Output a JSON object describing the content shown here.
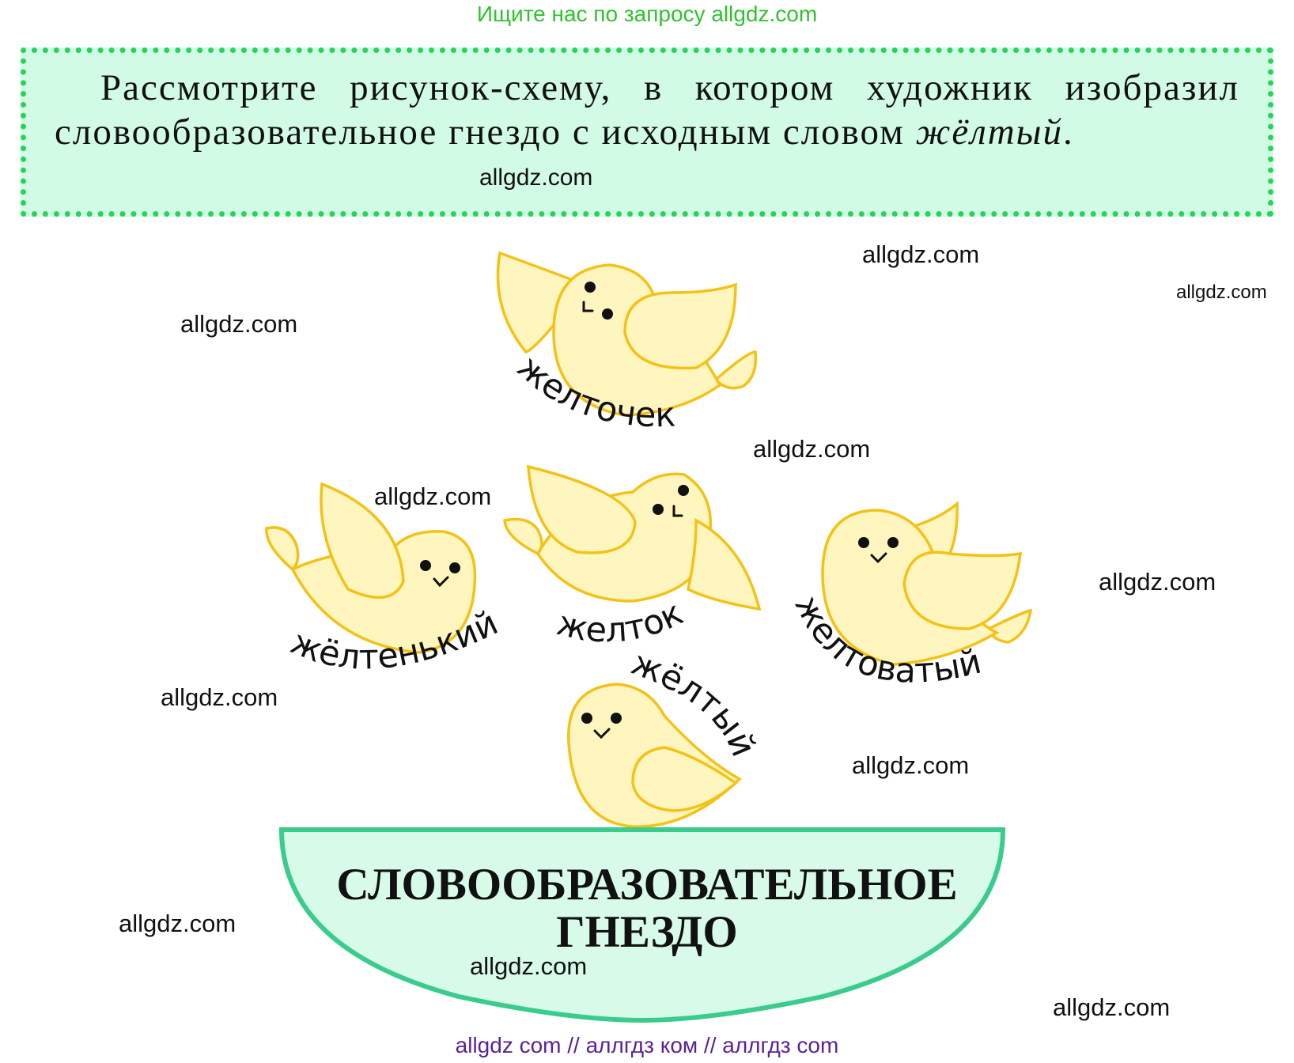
{
  "header": {
    "search_hint": "Ищите нас по запросу allgdz.com"
  },
  "task": {
    "text_before": "Рассмотрите рисунок-схему, в котором художник изобразил словообразовательное гнездо с исходным сло­вом ",
    "word": "жёлтый",
    "text_after": "."
  },
  "birds": {
    "zheltochek": "желточек",
    "zheltenkiy": "жёлтенький",
    "zheltok": "желток",
    "zheltovatyy": "желтоватый",
    "zheltyy": "жёлтый"
  },
  "nest": {
    "line1": "СЛОВООБРАЗОВАТЕЛЬНОЕ",
    "line2": "ГНЕЗДО"
  },
  "watermarks": [
    "allgdz.com",
    "allgdz.com",
    "allgdz.com",
    "allgdz.com",
    "allgdz.com",
    "allgdz.com",
    "allgdz.com",
    "allgdz.com",
    "allgdz.com",
    "allgdz.com",
    "allgdz.com",
    "allgdz.com"
  ],
  "footer": {
    "text": "allgdz com  //  аллгдз ком  //  аллгдз com"
  },
  "colors": {
    "box_bg": "#d2fbe5",
    "box_border": "#27d35a",
    "bird_fill": "#fff6bf",
    "bird_stroke": "#f4c217",
    "nest_fill": "#d8fbe9",
    "nest_stroke": "#39cc8c",
    "header_link": "#2fc22f",
    "footer_link": "#5b2295"
  }
}
